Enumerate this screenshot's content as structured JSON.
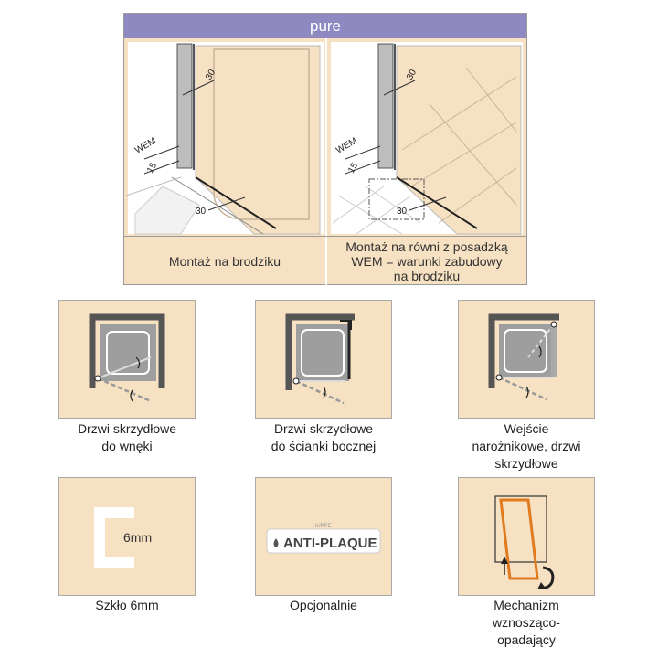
{
  "header": {
    "title": "pure"
  },
  "install": {
    "left": {
      "caption": "Montaż na brodziku",
      "dims": {
        "wall": "30",
        "wem": "WEM",
        "gap": "15",
        "floor": "30"
      }
    },
    "right": {
      "caption_lines": [
        "Montaż na równi z posadzką",
        "WEM = warunki zabudowy",
        "na brodziku"
      ],
      "dims": {
        "wall": "30",
        "wem": "WEM",
        "gap": "15",
        "floor": "30"
      }
    }
  },
  "features": {
    "swing_recess": {
      "lines": [
        "Drzwi skrzydłowe",
        "do wnęki"
      ]
    },
    "swing_side": {
      "lines": [
        "Drzwi skrzydłowe",
        "do ścianki bocznej"
      ]
    },
    "corner": {
      "lines": [
        "Wejście",
        "narożnikowe, drzwi",
        "skrzydłowe"
      ]
    },
    "glass": {
      "icon_label": "6mm",
      "caption": "Szkło 6mm"
    },
    "coating": {
      "brand_small": "HUPPE",
      "logo_text": "ANTI-PLAQUE",
      "caption": "Opcjonalnie"
    },
    "lift": {
      "lines": [
        "Mechanizm",
        "wznosząco-",
        "opadający"
      ]
    }
  },
  "colors": {
    "header": "#8f89c2",
    "cell": "#f7e1c3",
    "wall": "#555555",
    "accent": "#e07a1f"
  }
}
